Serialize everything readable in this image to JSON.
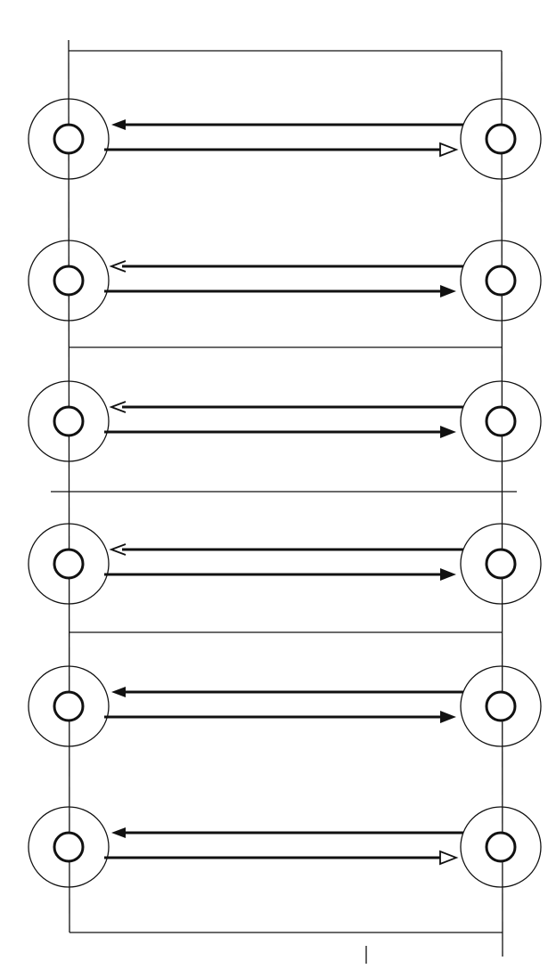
{
  "diagram": {
    "stroke_color": "#111111",
    "background": "#ffffff",
    "rows": [
      {
        "id": 1,
        "arrow_left_style": "filled",
        "arrow_right_style": "open"
      },
      {
        "id": 2,
        "arrow_left_style": "open",
        "arrow_right_style": "filled"
      },
      {
        "id": 3,
        "arrow_left_style": "open",
        "arrow_right_style": "filled"
      },
      {
        "id": 4,
        "arrow_left_style": "open",
        "arrow_right_style": "filled"
      },
      {
        "id": 5,
        "arrow_left_style": "filled",
        "arrow_right_style": "filled"
      },
      {
        "id": 6,
        "arrow_left_style": "filled",
        "arrow_right_style": "open"
      }
    ],
    "node_shape": "concentric-circles"
  }
}
